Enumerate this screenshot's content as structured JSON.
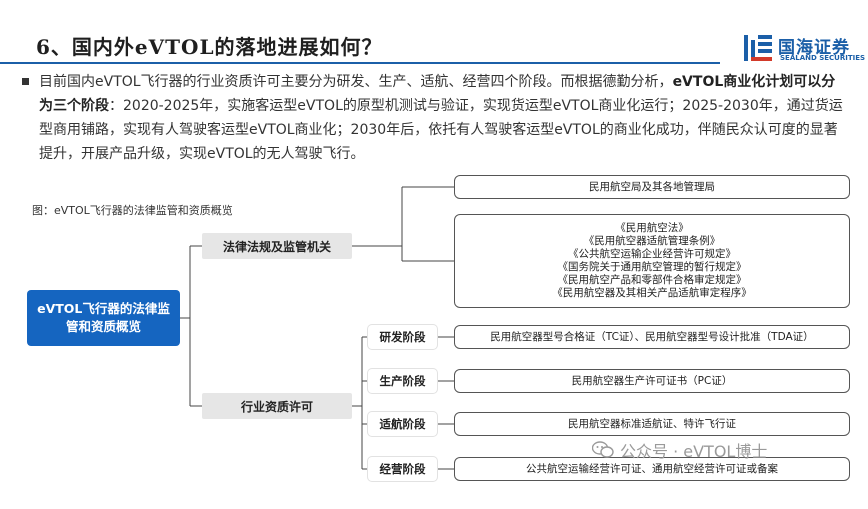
{
  "header": {
    "title": "6、国内外eVTOL的落地进展如何？",
    "logo_cn": "国海证券",
    "logo_en": "SEALAND SECURITIES",
    "brand_color": "#1b5fa8"
  },
  "paragraph": {
    "part1": "目前国内eVTOL飞行器的行业资质许可主要分为研发、生产、适航、经营四个阶段。而根据德勤分析，",
    "bold": "eVTOL商业化计划可以分为三个阶段",
    "part2": "：2020-2025年，实施客运型eVTOL的原型机测试与验证，实现货运型eVTOL商业化运行；2025-2030年，通过货运型商用铺路，实现有人驾驶客运型eVTOL商业化；2030年后，依托有人驾驶客运型eVTOL的商业化成功，伴随民众认可度的显著提升，开展产品升级，实现eVTOL的无人驾驶飞行。"
  },
  "figure": {
    "caption": "图：eVTOL飞行器的法律监管和资质概览",
    "root": "eVTOL飞行器的法律监管和资质概览",
    "branches": [
      {
        "label": "法律法规及监管机关",
        "boxes": [
          [
            "民用航空局及其各地管理局"
          ],
          [
            "《民用航空法》",
            "《民用航空器适航管理条例》",
            "《公共航空运输企业经营许可规定》",
            "《国务院关于通用航空管理的暂行规定》",
            "《民用航空产品和零部件合格审定规定》",
            "《民用航空器及其相关产品适航审定程序》"
          ]
        ]
      },
      {
        "label": "行业资质许可",
        "stages": [
          {
            "label": "研发阶段",
            "box": "民用航空器型号合格证（TC证）、民用航空器型号设计批准（TDA证）"
          },
          {
            "label": "生产阶段",
            "box": "民用航空器生产许可证书（PC证）"
          },
          {
            "label": "适航阶段",
            "box": "民用航空器标准适航证、特许飞行证"
          },
          {
            "label": "经营阶段",
            "box": "公共航空运输经营许可证、通用航空经营许可证或备案"
          }
        ]
      }
    ]
  },
  "watermark": "公众号 · eVTOL博士"
}
